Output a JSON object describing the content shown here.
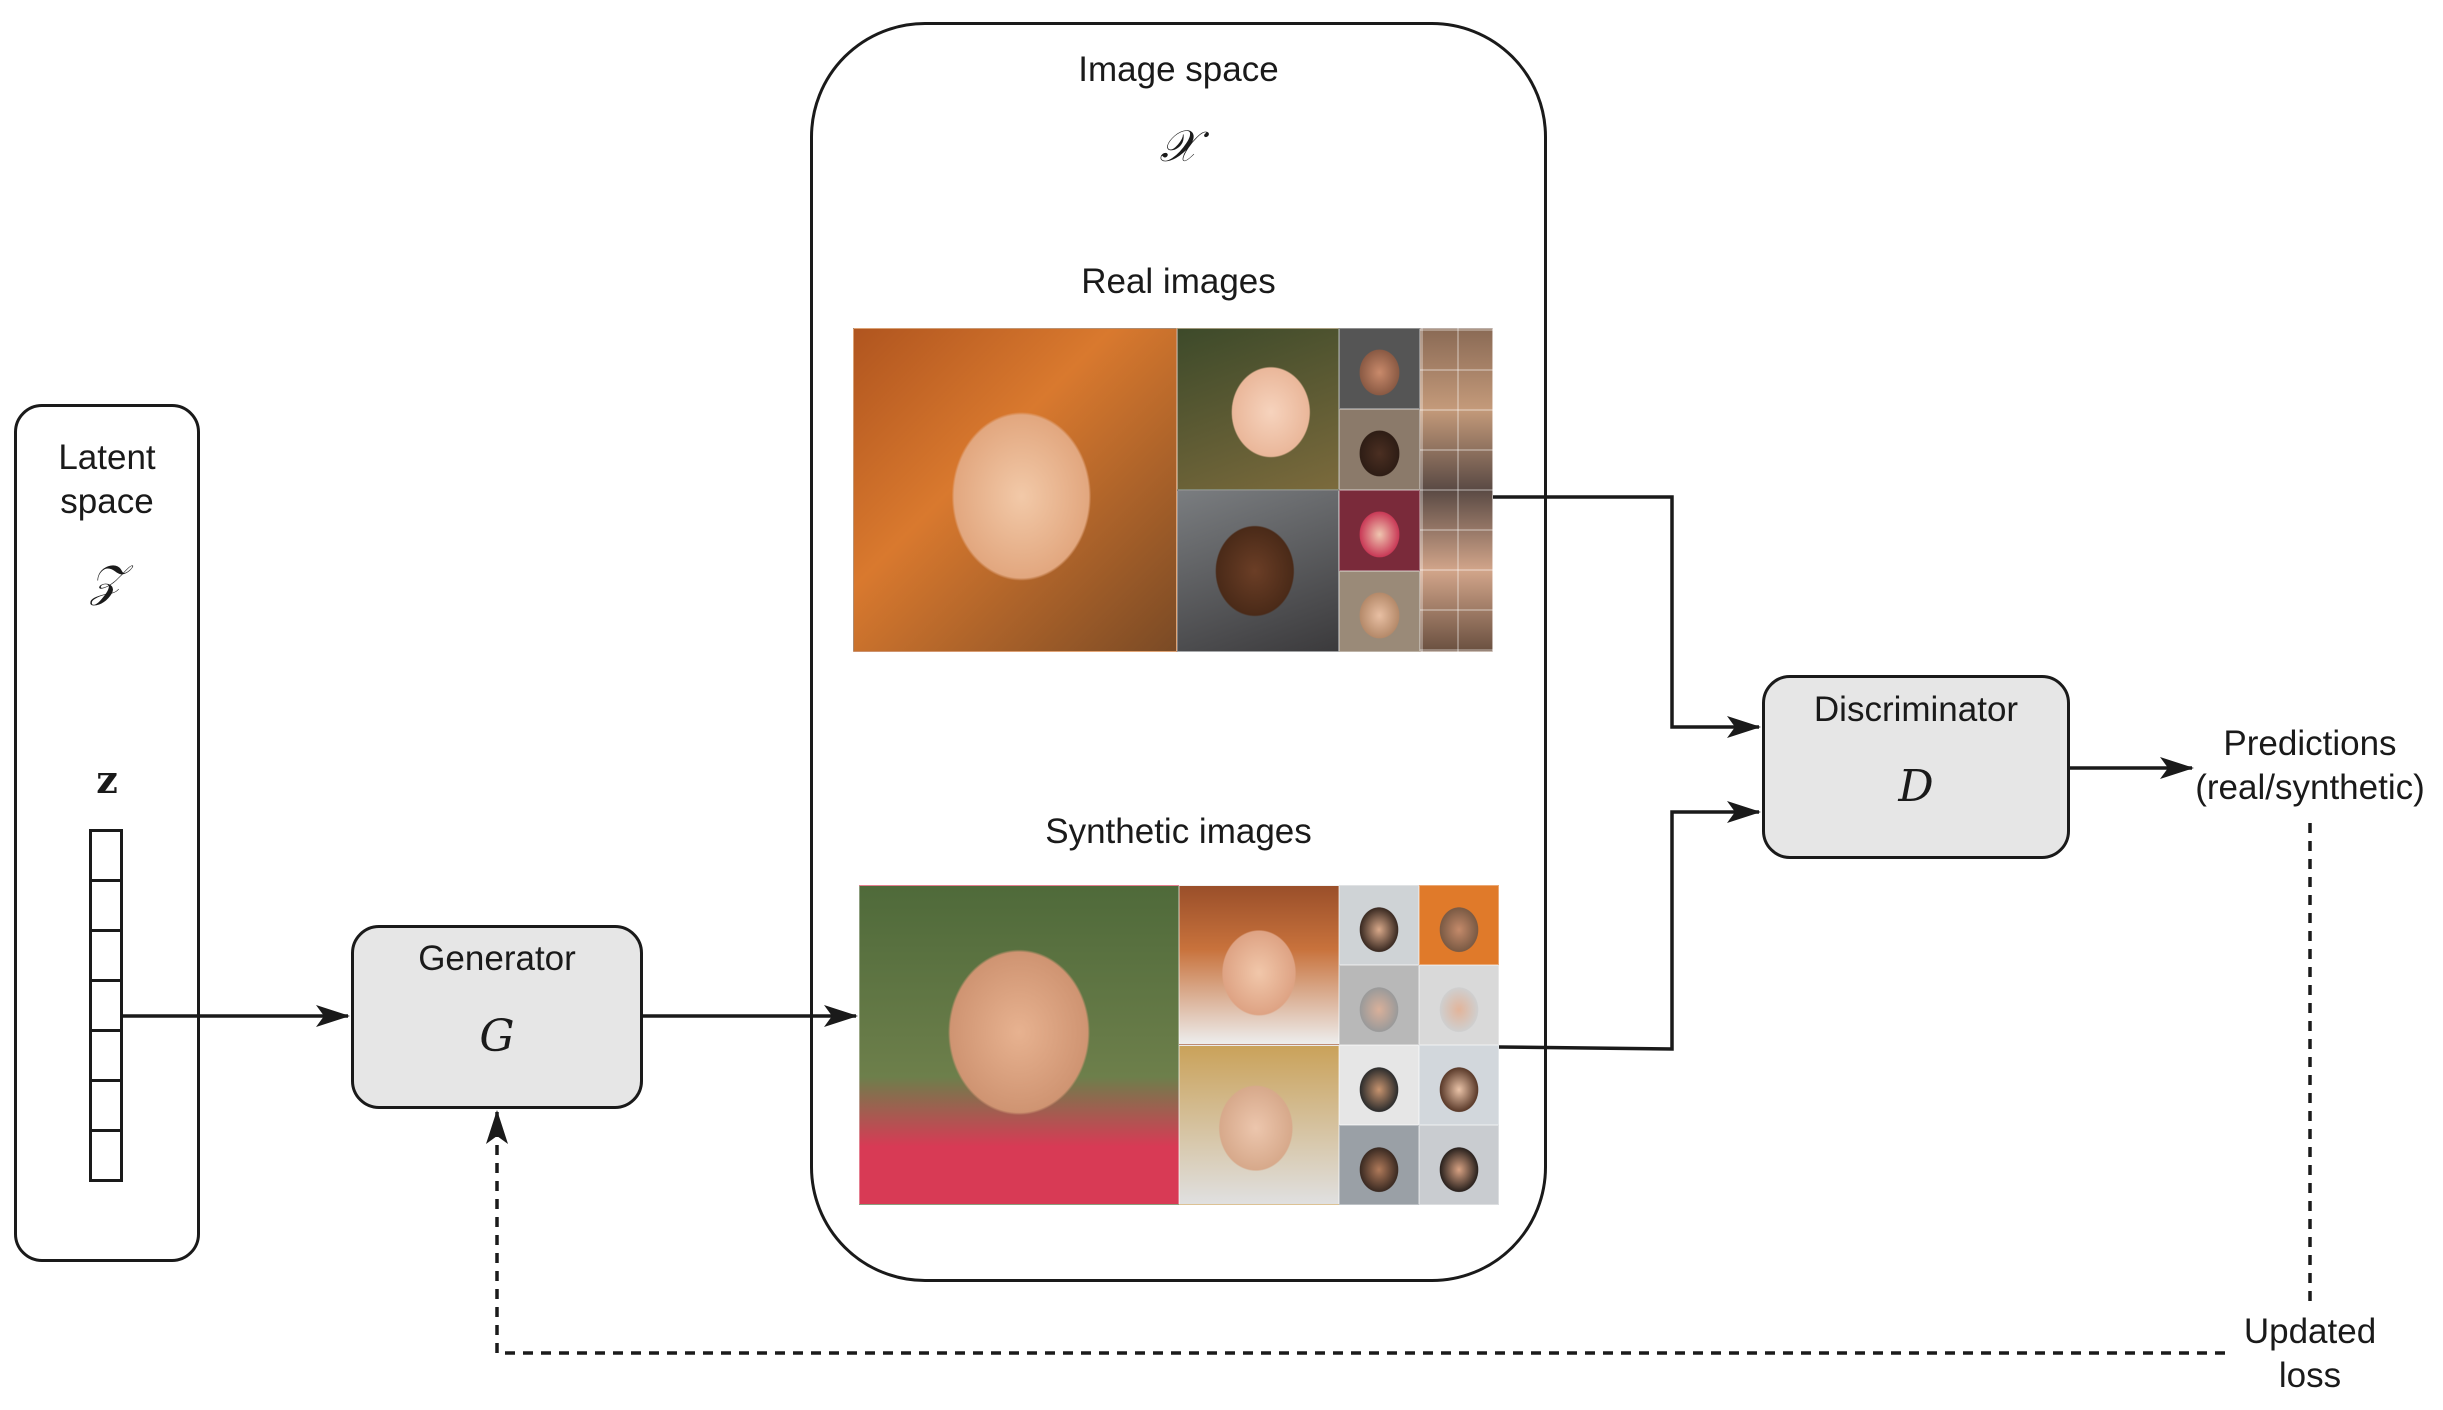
{
  "latent_space": {
    "title_line1": "Latent",
    "title_line2": "space",
    "symbol": "𝒵",
    "vector_symbol": "z",
    "vector_cells": 7
  },
  "image_space": {
    "title": "Image space",
    "symbol": "𝒳",
    "real_label": "Real images",
    "synthetic_label": "Synthetic images"
  },
  "generator": {
    "label": "Generator",
    "symbol": "G"
  },
  "discriminator": {
    "label": "Discriminator",
    "symbol": "D"
  },
  "predictions": {
    "line1": "Predictions",
    "line2": "(real/synthetic)"
  },
  "updated_loss": {
    "line1": "Updated",
    "line2": "loss"
  },
  "colors": {
    "stroke": "#1a1a1a",
    "node_fill": "#e6e6e6",
    "text": "#1a1a1a"
  }
}
